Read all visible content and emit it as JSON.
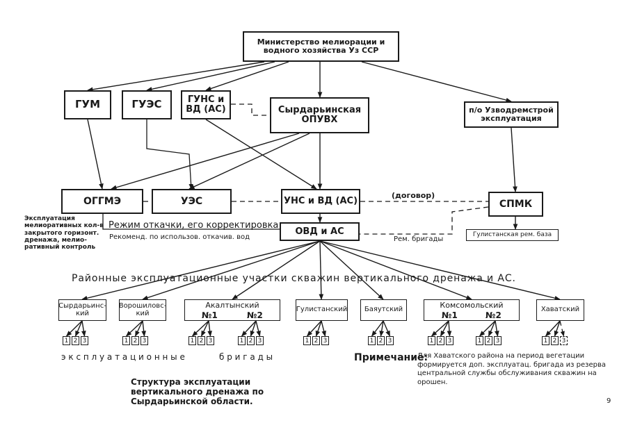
{
  "title_box": "Министерство мелиорации и\nводного хозяйства Уз ССР",
  "level1": {
    "gum": "ГУМ",
    "guez": "ГУЭС",
    "guns": "ГУНС и\nВД (АС)",
    "syrdarya_opuvh": "Сырдарьинская\nОПУВХ",
    "uzvodremstroy": "п/о Узводремстрой\nэксплуатация"
  },
  "level2": {
    "oggme": "ОГГМЭ",
    "uez": "УЭС",
    "uns": "УНС и ВД (АС)",
    "spmk": "СПМК",
    "ovd": "ОВД и АС",
    "gulistan_base": "Гулистанская рем. база"
  },
  "labels": {
    "contract": "(договор)",
    "regime": "Режим откачки, его корректировка",
    "recommend": "Рекоменд. по использов. откачив. вод",
    "rem_brigady": "Рем. бригады",
    "oggme_note": "Эксплуатация\nмелиоративных кол-в\nзакрытого горизонт.\nдренажа, мелио-\nративный контроль",
    "districts_heading": "Районные эксплуатационные участки скважин вертикального дренажа и АС.",
    "brigades_left": "э к с п л у а т а ц и о н н ы е",
    "brigades_right": "б р и г а д ы",
    "note_title": "Примечание:",
    "note_body": "Для Хаватского района на период вегетации формируется доп. эксплуатац. бригада из резерва центральной службы обслуживания скважин на орошен.",
    "caption": "Структура эксплуатации\nвертикального дренажа по\nСырдарьинской области.",
    "page_number": "9"
  },
  "districts": [
    {
      "name": "Сырдарьинс-\nкий"
    },
    {
      "name": "Ворошиловс-\nкий"
    },
    {
      "name": "Акалтынский",
      "subs": [
        "№1",
        "№2"
      ]
    },
    {
      "name": "Гулистанский"
    },
    {
      "name": "Баяутский"
    },
    {
      "name": "Комсомольский",
      "subs": [
        "№1",
        "№2"
      ]
    },
    {
      "name": "Хаватский"
    }
  ],
  "brigade_numbers": [
    "1",
    "2",
    "3"
  ]
}
